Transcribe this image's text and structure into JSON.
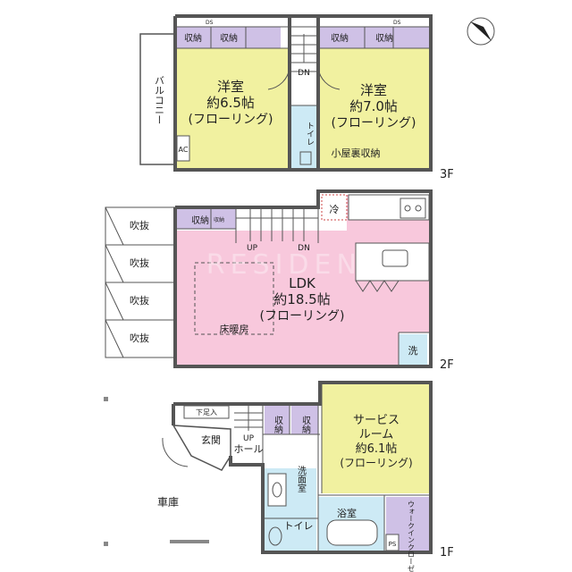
{
  "floors": {
    "f3": {
      "label": "3F",
      "bedroom1": {
        "l1": "洋室",
        "l2": "約6.5帖",
        "l3": "(フローリング)"
      },
      "bedroom2": {
        "l1": "洋室",
        "l2": "約7.0帖",
        "l3": "(フローリング)"
      },
      "storage": "収納",
      "ds": "DS",
      "dn": "DN",
      "toilet": "トイレ",
      "attic": "小屋裏収納",
      "balcony": "バルコニー",
      "ac": "AC"
    },
    "f2": {
      "label": "2F",
      "void": "吹抜",
      "storage": "収納",
      "up": "UP",
      "dn": "DN",
      "fridge": "冷",
      "ldk": {
        "l1": "LDK",
        "l2": "約18.5帖",
        "l3": "(フローリング)"
      },
      "floor_heating": "床暖房",
      "washer": "洗"
    },
    "f1": {
      "label": "1F",
      "shoe_storage": "下足入",
      "storage": "収納",
      "entrance": "玄関",
      "up": "UP",
      "hall": "ホール",
      "service_room": {
        "l1": "サービス",
        "l2": "ルーム",
        "l3": "約6.1帖",
        "l4": "(フローリング)"
      },
      "washroom": "洗面室",
      "toilet": "トイレ",
      "bath": "浴室",
      "walkin": "ウォークインクローゼット",
      "ps": "PS",
      "garage": "車庫"
    }
  },
  "watermark": "RESIDENT",
  "colors": {
    "bedroom": "#f1f1a0",
    "ldk": "#f8c8dc",
    "service_room": "#f1f1a0",
    "storage": "#cfc1e6",
    "wet": "#cdeaf5",
    "wall": "#555555"
  },
  "compass_icon": "north-arrow-icon"
}
